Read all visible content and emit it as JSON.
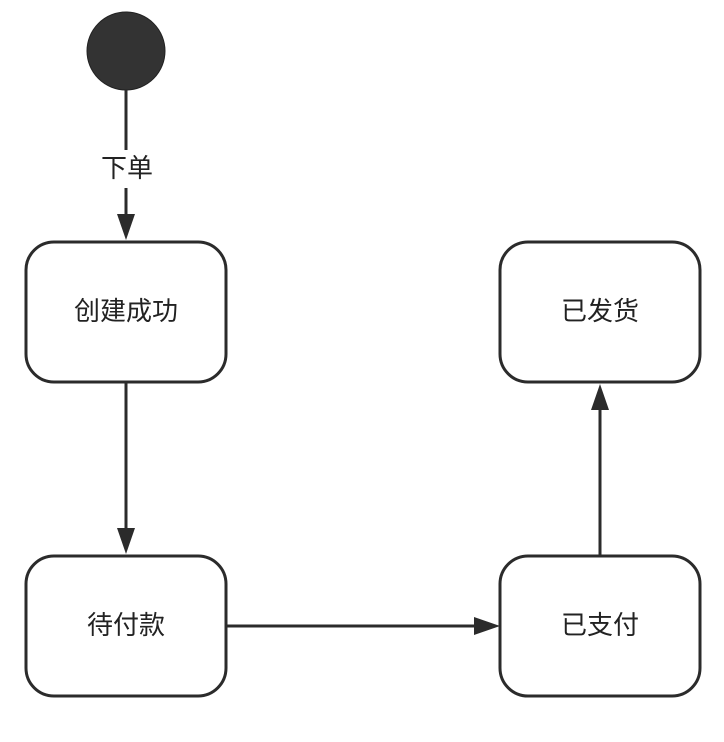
{
  "states": {
    "created": {
      "label": "创建成功"
    },
    "pending_payment": {
      "label": "待付款"
    },
    "paid": {
      "label": "已支付"
    },
    "shipped": {
      "label": "已发货"
    }
  },
  "transitions": {
    "start_to_created": {
      "label": "下单"
    }
  },
  "colors": {
    "stroke": "#2b2b2b",
    "start_fill": "#333333",
    "text": "#222222",
    "background": "#ffffff"
  }
}
